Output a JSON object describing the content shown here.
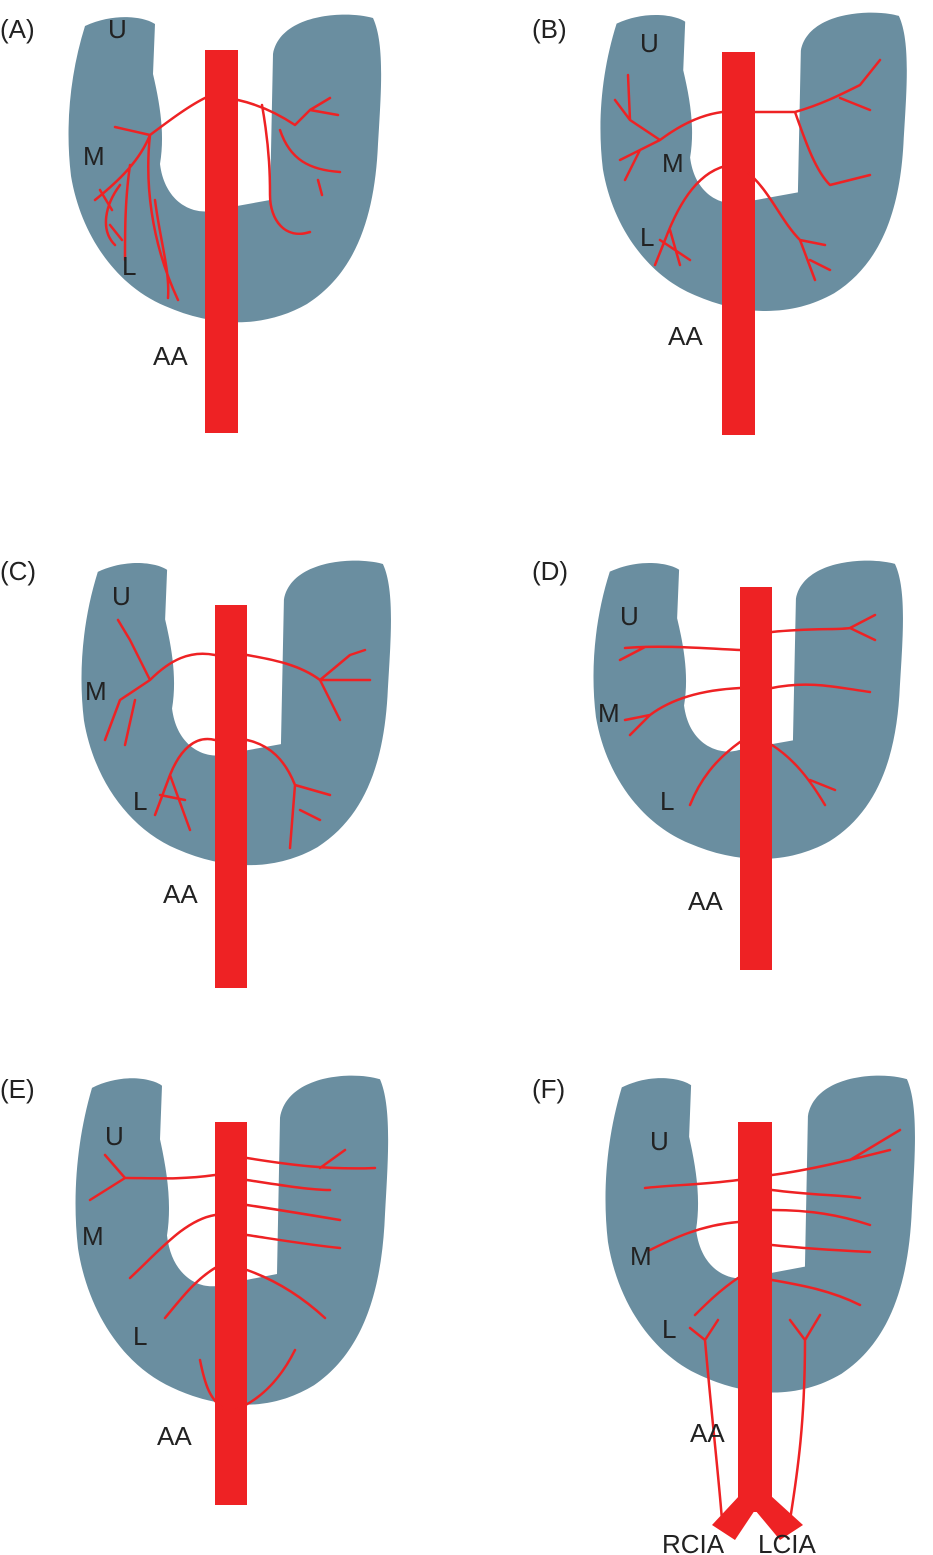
{
  "colors": {
    "kidney": "#6a8ea0",
    "vessel": "#ee2224"
  },
  "panels": [
    {
      "id": "(A)",
      "labels": {
        "upper": "U",
        "middle": "M",
        "lower": "L",
        "aorta": "AA"
      }
    },
    {
      "id": "(B)",
      "labels": {
        "upper": "U",
        "middle": "M",
        "lower": "L",
        "aorta": "AA"
      }
    },
    {
      "id": "(C)",
      "labels": {
        "upper": "U",
        "middle": "M",
        "lower": "L",
        "aorta": "AA"
      }
    },
    {
      "id": "(D)",
      "labels": {
        "upper": "U",
        "middle": "M",
        "lower": "L",
        "aorta": "AA"
      }
    },
    {
      "id": "(E)",
      "labels": {
        "upper": "U",
        "middle": "M",
        "lower": "L",
        "aorta": "AA"
      }
    },
    {
      "id": "(F)",
      "labels": {
        "upper": "U",
        "middle": "M",
        "lower": "L",
        "aorta": "AA",
        "right_iliac": "RCIA",
        "left_iliac": "LCIA"
      }
    }
  ]
}
